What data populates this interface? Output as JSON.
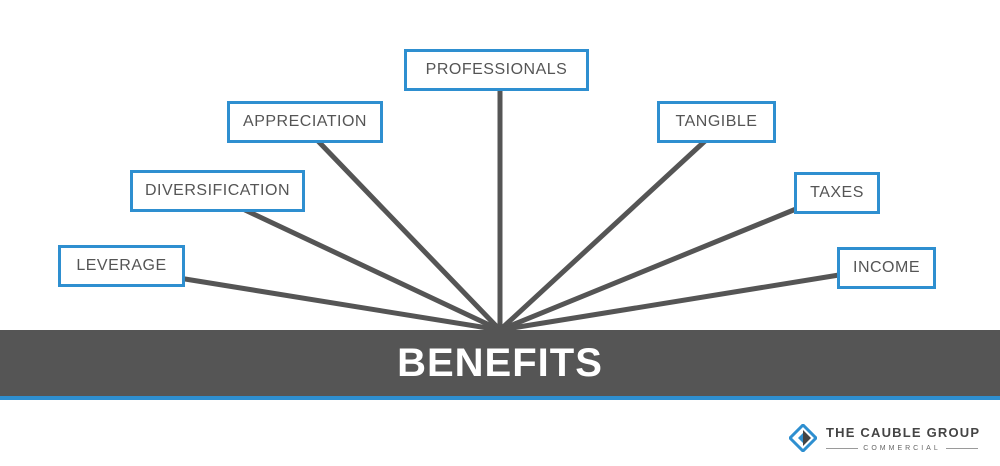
{
  "diagram": {
    "center": {
      "label": "BENEFITS"
    },
    "nodes": [
      {
        "id": "leverage",
        "label": "LEVERAGE"
      },
      {
        "id": "diversification",
        "label": "DIVERSIFICATION"
      },
      {
        "id": "appreciation",
        "label": "APPRECIATION"
      },
      {
        "id": "professionals",
        "label": "PROFESSIONALS"
      },
      {
        "id": "tangible",
        "label": "TANGIBLE"
      },
      {
        "id": "taxes",
        "label": "TAXES"
      },
      {
        "id": "income",
        "label": "INCOME"
      }
    ],
    "colors": {
      "node_border": "#2e8fd0",
      "node_text": "#555555",
      "ray": "#555555",
      "banner": "#555555",
      "banner_accent": "#2e8fd0",
      "banner_text": "#ffffff"
    }
  },
  "logo": {
    "name": "THE CAUBLE GROUP",
    "subtitle": "COMMERCIAL",
    "icon": "diamond-logo-icon"
  }
}
